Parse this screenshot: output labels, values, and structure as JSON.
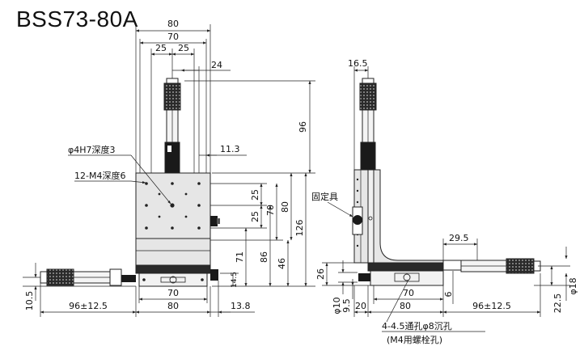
{
  "title": "BSS73-80A",
  "colors": {
    "line": "#222222",
    "stage_fill": "#e6e6e6",
    "dark": "#1a1a1a",
    "base_fill": "#f2f2f2"
  },
  "icons": [
    "knurled-knob-icon",
    "locking-screw-icon"
  ],
  "front_view": {
    "dims_top": [
      "80",
      "70",
      "25",
      "25",
      "24"
    ],
    "dim_96": "96",
    "dim_11_3": "11.3",
    "dims_right": [
      "25",
      "25",
      "70",
      "80",
      "126",
      "71",
      "86",
      "46",
      "14.5"
    ],
    "labels": {
      "hole_h7": "φ4H7深度3",
      "hole_m4": "12-M4深度6"
    },
    "dims_bottom": {
      "d70": "70",
      "d80": "80",
      "travel": "96±12.5",
      "d13_8": "13.8",
      "d10_5": "10.5"
    }
  },
  "side_view": {
    "dim_16_5": "16.5",
    "fixture_label": "固定具",
    "dim_29_5": "29.5",
    "dims_left": [
      "26",
      "φ10",
      "9.5"
    ],
    "dims_bottom": {
      "d20": "20",
      "d70": "70",
      "d80": "80",
      "travel": "96±12.5",
      "d6": "6"
    },
    "dims_right": [
      "22.5",
      "φ18"
    ],
    "hole_note_1": "4-4.5通孔φ8沉孔",
    "hole_note_2": "(M4用螺栓孔)"
  }
}
